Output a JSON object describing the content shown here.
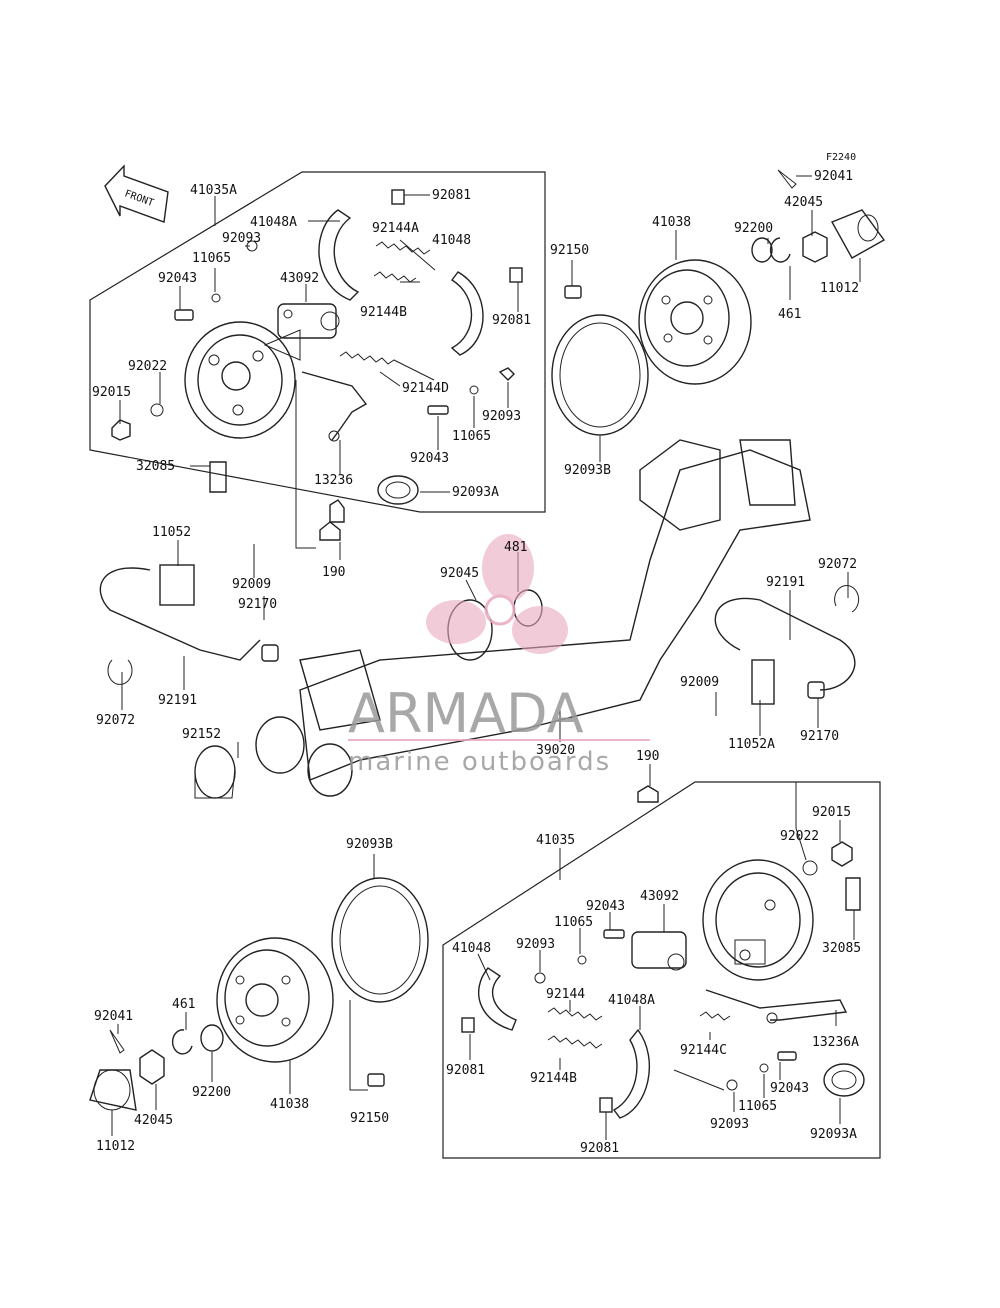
{
  "figure_code": "F2240",
  "front_arrow_text": "FRONT",
  "watermark": {
    "brand": "ARMADA",
    "tagline": "marine outboards",
    "brand_color": "#e8a9bd",
    "text_color": "#9a9a9a"
  },
  "labels": {
    "l41035A": "41035A",
    "l41048A_t": "41048A",
    "l92081_t1": "92081",
    "l92144A": "92144A",
    "l41048_t": "41048",
    "l92093_t1": "92093",
    "l11065_t1": "11065",
    "l43092_t": "43092",
    "l92043_t1": "92043",
    "l92144B_t": "92144B",
    "l92081_t2": "92081",
    "l92022_t": "92022",
    "l92015_t": "92015",
    "l92144D": "92144D",
    "l92093_t2": "92093",
    "l11065_t2": "11065",
    "l92043_t2": "92043",
    "l13236": "13236",
    "l32085_t": "32085",
    "l92093A_t": "92093A",
    "l92041_t": "92041",
    "l42045_t": "42045",
    "l41038_t": "41038",
    "l92200_t": "92200",
    "l92150_t": "92150",
    "l11012_t": "11012",
    "l461_t": "461",
    "l92093B_t": "92093B",
    "l11052": "11052",
    "l92009_l": "92009",
    "l190_l": "190",
    "l92170_l": "92170",
    "l92191_l": "92191",
    "l92072_l": "92072",
    "l92045_c": "92045",
    "l481_c": "481",
    "l92152": "92152",
    "l39020": "39020",
    "l92072_r": "92072",
    "l92191_r": "92191",
    "l92009_r": "92009",
    "l11052A": "11052A",
    "l92170_r": "92170",
    "l190_r": "190",
    "l92015_b": "92015",
    "l92022_b": "92022",
    "l32085_b": "32085",
    "l41035_b": "41035",
    "l92043_b1": "92043",
    "l43092_b": "43092",
    "l11065_b1": "11065",
    "l92093_b1": "92093",
    "l41048_b": "41048",
    "l92144_b": "92144",
    "l41048A_b": "41048A",
    "l92144C": "92144C",
    "l13236A": "13236A",
    "l92081_b1": "92081",
    "l92144B_b": "92144B",
    "l92043_b2": "92043",
    "l11065_b2": "11065",
    "l92093_b2": "92093",
    "l92093A_b": "92093A",
    "l92081_b2": "92081",
    "l92093B_b": "92093B",
    "l92041_b": "92041",
    "l461_b": "461",
    "l92200_b": "92200",
    "l41038_b": "41038",
    "l92150_b": "92150",
    "l42045_b": "42045",
    "l11012_b": "11012"
  }
}
